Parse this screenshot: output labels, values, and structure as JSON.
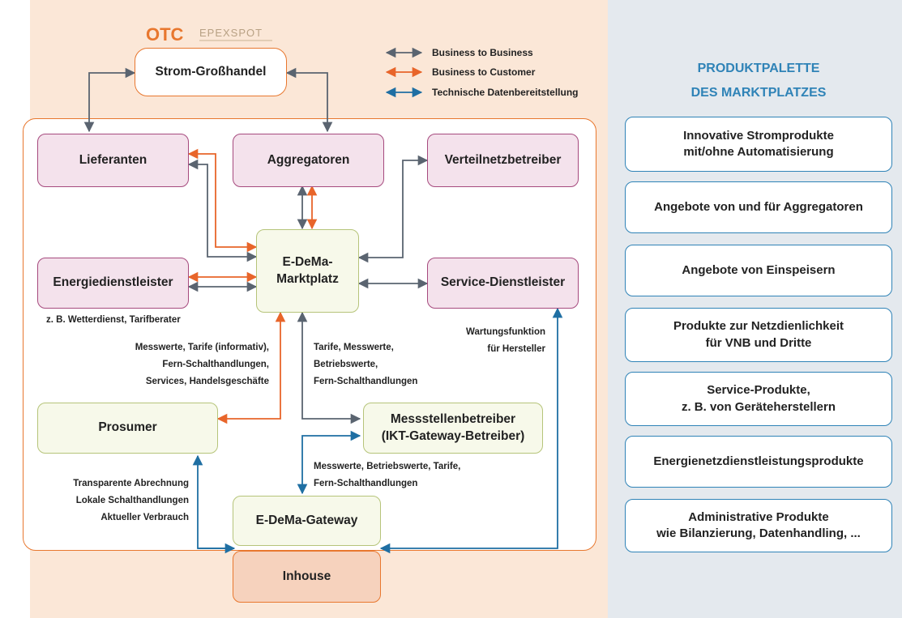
{
  "logos": {
    "otc": "OTC",
    "epex": "EPEXSPOT"
  },
  "legend": {
    "b2b": "Business to Business",
    "b2c": "Business to Customer",
    "tech": "Technische Datenbereitstellung"
  },
  "colors": {
    "b2b": "#5a6470",
    "b2c": "#e8652a",
    "tech": "#1f6fa3",
    "accent": "#2f83b7"
  },
  "nodes": {
    "strom": "Strom-Großhandel",
    "lieferanten": "Lieferanten",
    "aggregatoren": "Aggregatoren",
    "verteilnetz": "Verteilnetzbetreiber",
    "marktplatz": "E-DeMa-\nMarktplatz",
    "energiedienst": "Energiedienstleister",
    "service": "Service-Dienstleister",
    "prosumer": "Prosumer",
    "messstellen": "Messstellenbetreiber\n(IKT-Gateway-Betreiber)",
    "gateway": "E-DeMa-Gateway",
    "inhouse": "Inhouse"
  },
  "labels": {
    "energiedienst_note": "z. B. Wetterdienst, Tarifberater",
    "prosumer_flow": "Messwerte, Tarife (informativ),\nFern-Schalthandlungen,\nServices, Handelsgeschäfte",
    "mp_messstellen_flow": "Tarife, Messwerte,\nBetriebswerte,\nFern-Schalthandlungen",
    "wartung": "Wartungsfunktion\nfür Hersteller",
    "messstellen_gateway_flow": "Messwerte, Betriebswerte, Tarife,\nFern-Schalthandlungen",
    "inhouse_flow": "Transparente Abrechnung\nLokale Schalthandlungen\nAktueller Verbrauch"
  },
  "panel": {
    "title": "PRODUKTPALETTE\nDES MARKTPLATZES",
    "items": [
      "Innovative Stromprodukte\nmit/ohne Automatisierung",
      "Angebote von und für Aggregatoren",
      "Angebote von Einspeisern",
      "Produkte zur Netzdienlichkeit\nfür VNB und Dritte",
      "Service-Produkte,\nz. B. von Geräteherstellern",
      "Energienetzdienstleistungsprodukte",
      "Administrative Produkte\nwie Bilanzierung, Datenhandling, ..."
    ]
  }
}
